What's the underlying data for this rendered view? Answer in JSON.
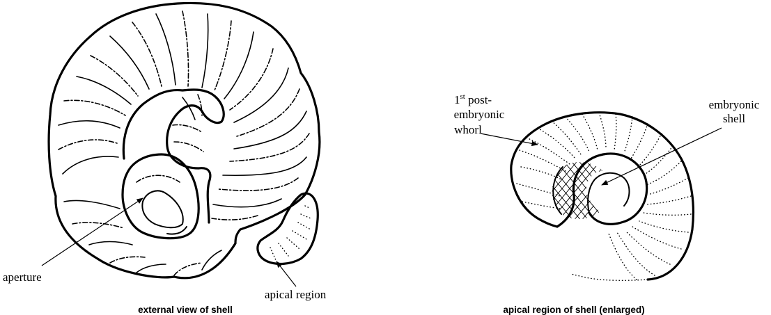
{
  "diagram": {
    "left_panel": {
      "caption": "external view of shell",
      "labels": {
        "aperture": "aperture",
        "apical_region": "apical region"
      }
    },
    "right_panel": {
      "caption": "apical region of shell (enlarged)",
      "labels": {
        "whorl_ordinal": "1",
        "whorl_superscript": "st",
        "whorl_line1_rest": " post-",
        "whorl_line2": "embryonic",
        "whorl_line3": "whorl",
        "embryonic_line1": "embryonic",
        "embryonic_line2": "shell"
      }
    }
  }
}
